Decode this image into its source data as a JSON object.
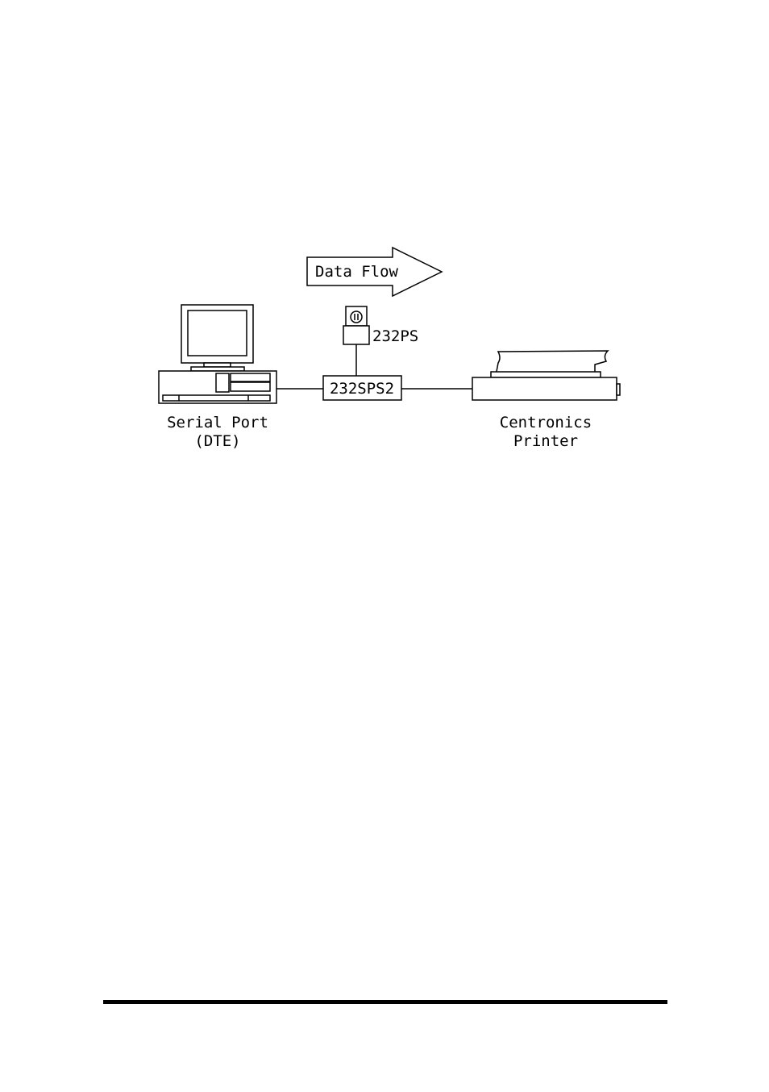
{
  "diagram": {
    "data_flow_label": "Data Flow",
    "power_supply_label": "232PS",
    "converter_label": "232SPS2",
    "computer_label_line1": "Serial Port",
    "computer_label_line2": "(DTE)",
    "printer_label_line1": "Centronics",
    "printer_label_line2": "Printer"
  },
  "colors": {
    "ink": "#000000",
    "paper": "#ffffff"
  }
}
